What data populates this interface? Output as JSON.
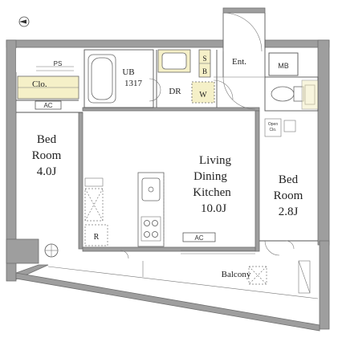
{
  "compass": {
    "icon": "north-arrow-icon"
  },
  "rooms": {
    "ps": "PS",
    "ub": {
      "line1": "UB",
      "line2": "1317"
    },
    "sb": {
      "line1": "S",
      "line2": "B"
    },
    "ent": "Ent.",
    "mb": "MB",
    "clo": "Clo.",
    "ac_bed1": "AC",
    "dr": "DR",
    "w": "W",
    "open_clo": {
      "line1": "Open",
      "line2": "Clo."
    },
    "bed1": {
      "line1": "Bed",
      "line2": "Room",
      "line3": "4.0J"
    },
    "ldk": {
      "line1": "Living",
      "line2": "Dining",
      "line3": "Kitchen",
      "line4": "10.0J"
    },
    "bed2": {
      "line1": "Bed",
      "line2": "Room",
      "line3": "2.8J"
    },
    "r": "R",
    "ac_ldk": "AC",
    "balcony": "Balcony"
  },
  "colors": {
    "wall": "#9e9e9e",
    "closet": "#f5f0c8",
    "text": "#222222"
  }
}
